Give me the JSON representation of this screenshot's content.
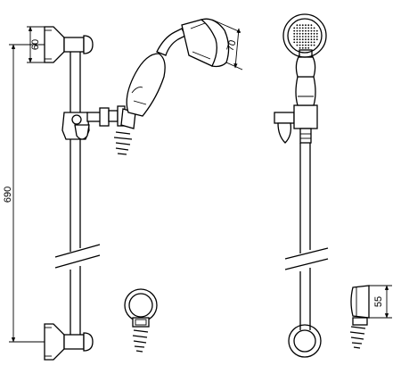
{
  "dimensions": {
    "bracket_height": "60",
    "rail_length": "690",
    "handset_head": "70",
    "holder_height": "55"
  },
  "colors": {
    "line": "#000000",
    "background": "#ffffff"
  },
  "icons": [
    "shower-rail",
    "hand-shower",
    "wall-bracket",
    "hose-connector",
    "wall-outlet-ring",
    "riser-front-view"
  ]
}
